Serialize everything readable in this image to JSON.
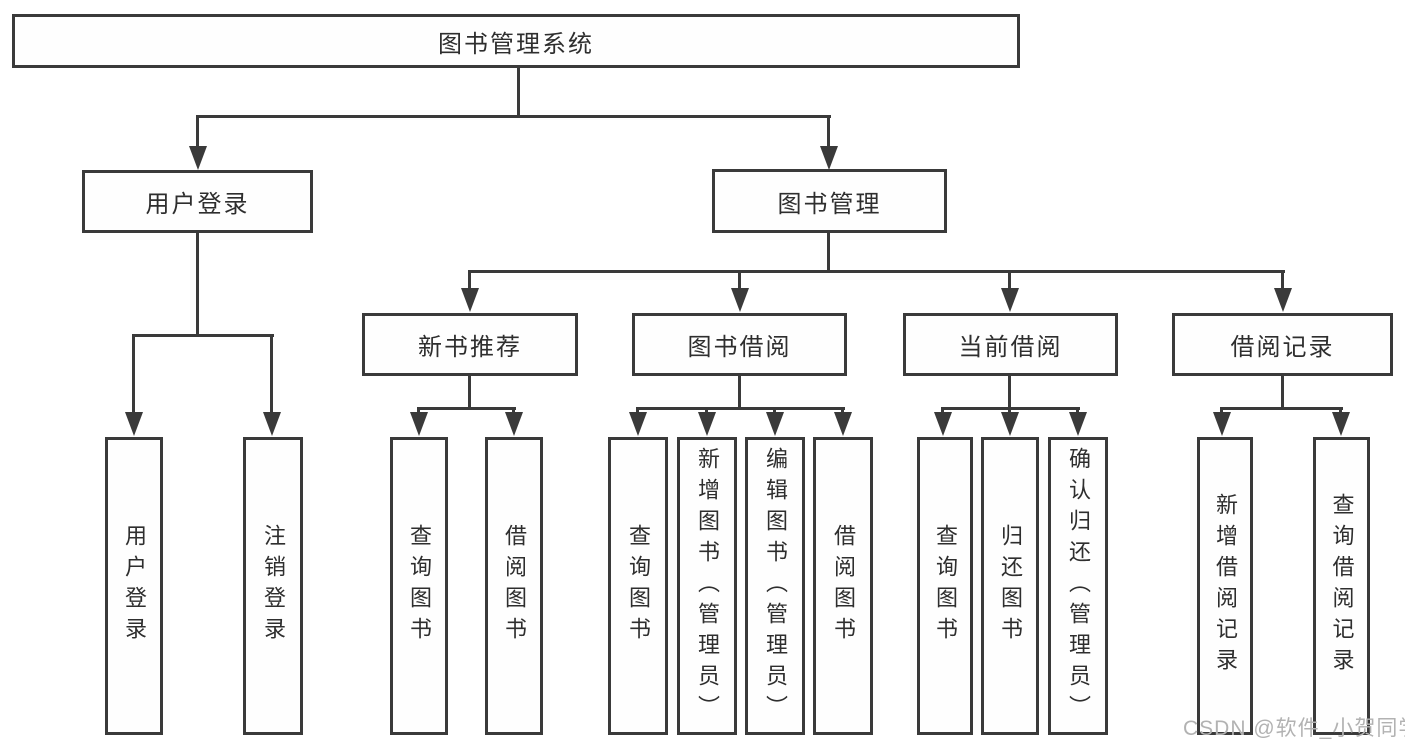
{
  "colors": {
    "line": "#3a3a3a",
    "text": "#2e2e2e",
    "bg": "#ffffff",
    "watermark": "#b2b2b2"
  },
  "watermark": {
    "text": "CSDN @软件_小贺同学"
  },
  "nodes": {
    "root": "图书管理系统",
    "user_login": "用户登录",
    "book_mgmt": "图书管理",
    "new_book_rec": "新书推荐",
    "book_borrow": "图书借阅",
    "current_borrow": "当前借阅",
    "borrow_records": "借阅记录",
    "leaf_user_login": "用户登录",
    "leaf_logout": "注销登录",
    "leaf_nb_query": "查询图书",
    "leaf_nb_borrow": "借阅图书",
    "leaf_bb_query": "查询图书",
    "leaf_bb_add": "新增图书（管理员）",
    "leaf_bb_edit": "编辑图书（管理员）",
    "leaf_bb_borrow": "借阅图书",
    "leaf_cb_query": "查询图书",
    "leaf_cb_return": "归还图书",
    "leaf_cb_confirm": "确认归还（管理员）",
    "leaf_br_add": "新增借阅记录",
    "leaf_br_query": "查询借阅记录"
  }
}
